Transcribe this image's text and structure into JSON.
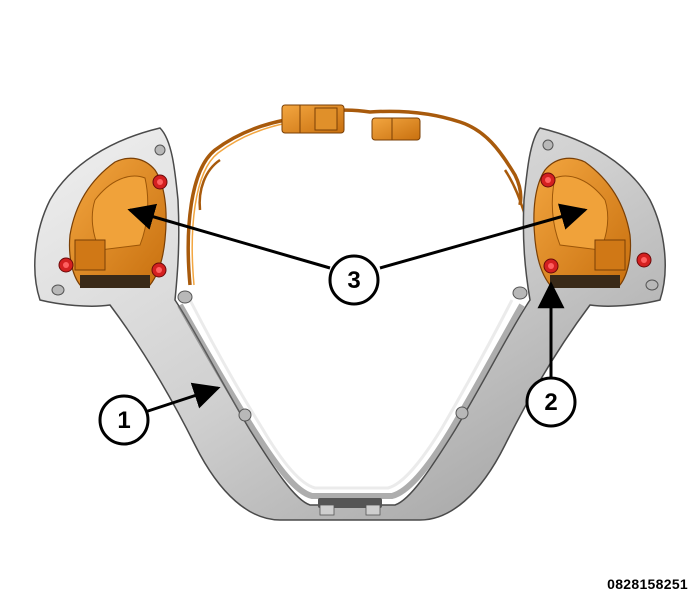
{
  "figure": {
    "callouts": [
      {
        "label": "1"
      },
      {
        "label": "2"
      },
      {
        "label": "3"
      }
    ],
    "figure_id": "0828158251",
    "colors": {
      "bezel": "#d2d2d2",
      "bezel_shadow": "#8a8a8a",
      "switch_body": "#e2891c",
      "switch_dark": "#a85a0c",
      "screw": "#d42020",
      "leader": "#000000"
    }
  }
}
